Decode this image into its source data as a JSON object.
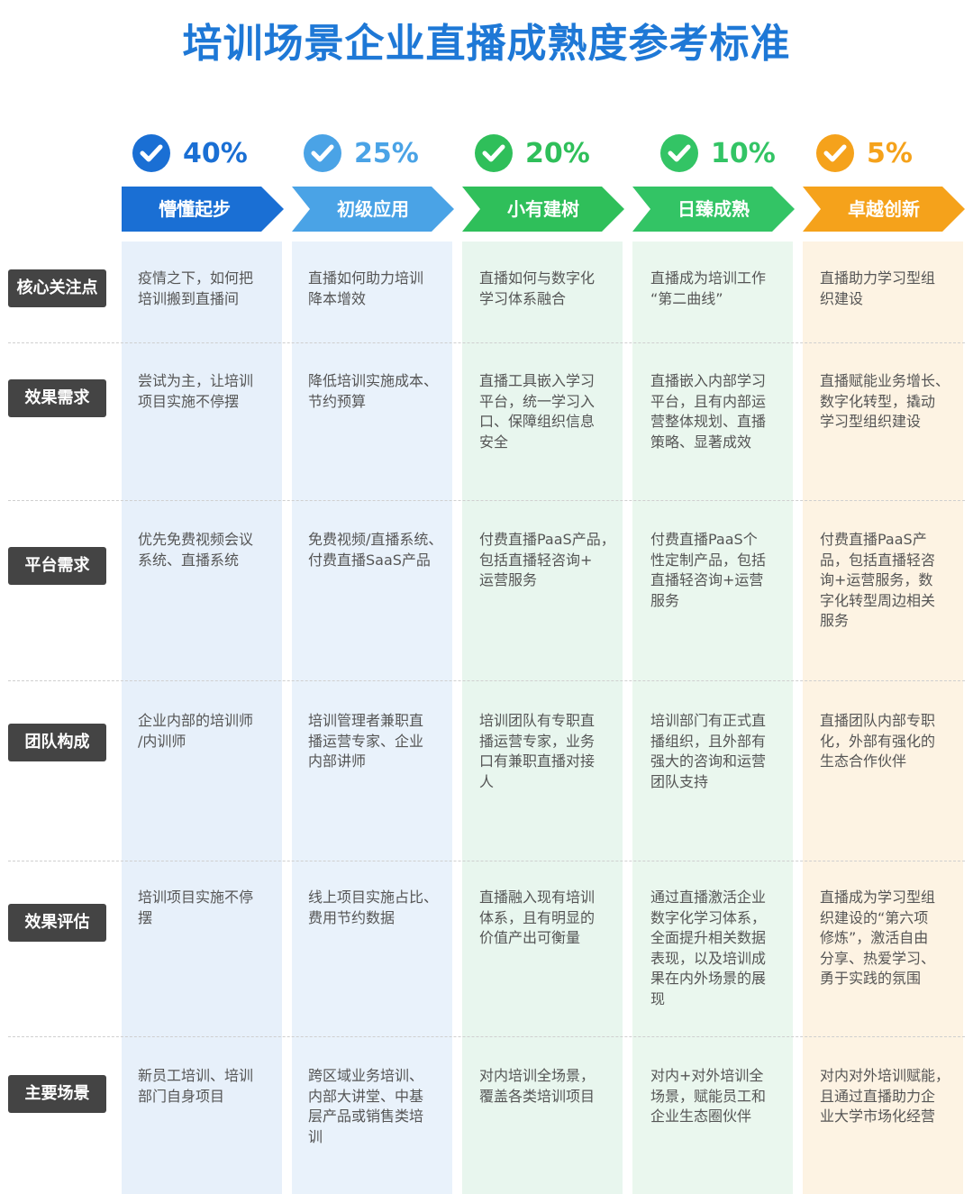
{
  "title": "培训场景企业直播成熟度参考标准",
  "stages": [
    {
      "percent": "40%",
      "label": "懵懂起步",
      "color": "#1a6fd4",
      "bg": "#e6f0fa"
    },
    {
      "percent": "25%",
      "label": "初级应用",
      "color": "#4aa3e6",
      "bg": "#e8f2fb"
    },
    {
      "percent": "20%",
      "label": "小有建树",
      "color": "#2fbf5a",
      "bg": "#e8f6ee"
    },
    {
      "percent": "10%",
      "label": "日臻成熟",
      "color": "#33c465",
      "bg": "#eaf7ee"
    },
    {
      "percent": "5%",
      "label": "卓越创新",
      "color": "#f5a21b",
      "bg": "#fdf3e3"
    }
  ],
  "rows": [
    {
      "label": "核心关注点",
      "cells": [
        "疫情之下，如何把\n培训搬到直播间",
        "直播如何助力培训\n降本增效",
        "直播如何与数字化\n学习体系融合",
        "直播成为培训工作\n“第二曲线”",
        "直播助力学习型组\n织建设"
      ]
    },
    {
      "label": "效果需求",
      "cells": [
        "尝试为主，让培训\n项目实施不停摆",
        "降低培训实施成本、\n节约预算",
        "直播工具嵌入学习\n平台，统一学习入\n口、保障组织信息\n安全",
        "直播嵌入内部学习\n平台，且有内部运\n营整体规划、直播\n策略、显著成效",
        "直播赋能业务增长、\n数字化转型，撬动\n学习型组织建设"
      ]
    },
    {
      "label": "平台需求",
      "cells": [
        "优先免费视频会议\n系统、直播系统",
        "免费视频/直播系统、\n付费直播SaaS产品",
        "付费直播PaaS产品，\n包括直播轻咨询+\n运营服务",
        "付费直播PaaS个\n性定制产品，包括\n直播轻咨询+运营\n服务",
        "付费直播PaaS产\n品，包括直播轻咨\n询+运营服务，数\n字化转型周边相关\n服务"
      ]
    },
    {
      "label": "团队构成",
      "cells": [
        "企业内部的培训师\n/内训师",
        "培训管理者兼职直\n播运营专家、企业\n内部讲师",
        "培训团队有专职直\n播运营专家，业务\n口有兼职直播对接\n人",
        "培训部门有正式直\n播组织，且外部有\n强大的咨询和运营\n团队支持",
        "直播团队内部专职\n化，外部有强化的\n生态合作伙伴"
      ]
    },
    {
      "label": "效果评估",
      "cells": [
        "培训项目实施不停\n摆",
        "线上项目实施占比、\n费用节约数据",
        "直播融入现有培训\n体系，且有明显的\n价值产出可衡量",
        "通过直播激活企业\n数字化学习体系，\n全面提升相关数据\n表现，以及培训成\n果在内外场景的展\n现",
        "直播成为学习型组\n织建设的“第六项\n修炼”，激活自由\n分享、热爱学习、\n勇于实践的氛围"
      ]
    },
    {
      "label": "主要场景",
      "cells": [
        "新员工培训、培训\n部门自身项目",
        "跨区域业务培训、\n内部大讲堂、中基\n层产品或销售类培\n训",
        "对内培训全场景，\n覆盖各类培训项目",
        "对内+对外培训全\n场景，赋能员工和\n企业生态圈伙伴",
        "对内对外培训赋能，\n且通过直播助力企\n业大学市场化经营"
      ]
    }
  ]
}
